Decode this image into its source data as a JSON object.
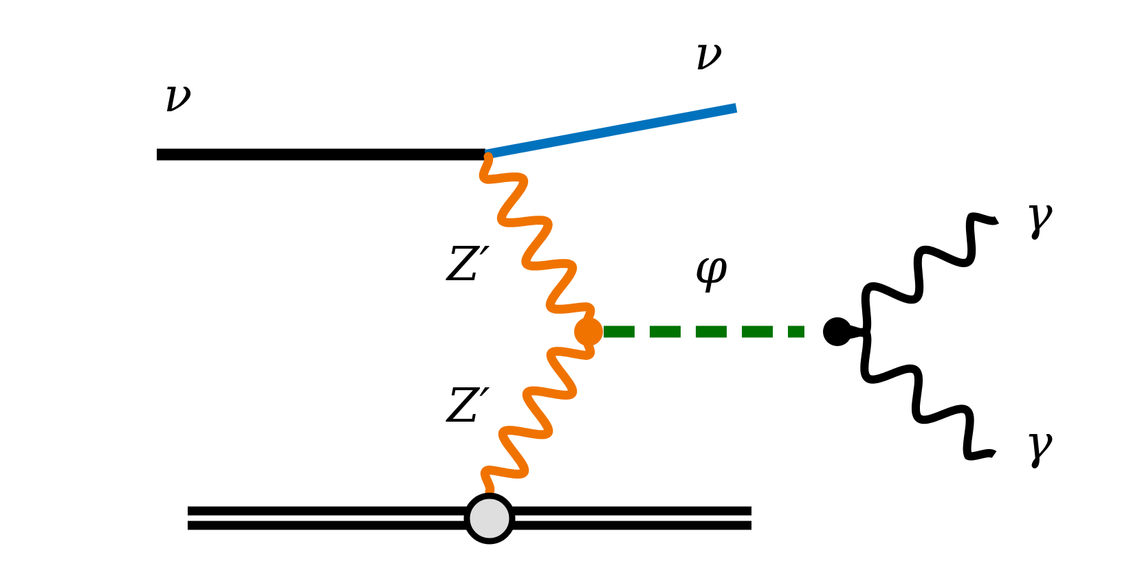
{
  "diagram": {
    "labels": {
      "nu_in": "ν",
      "nu_out": "ν",
      "zprime_upper": "Z′",
      "zprime_lower": "Z′",
      "phi": "φ",
      "gamma_upper": "γ",
      "gamma_lower": "γ"
    },
    "colors": {
      "fermion_line": "#000000",
      "outgoing_neutrino": "#0072BD",
      "zprime_boson": "#F07300",
      "scalar_phi": "#007300",
      "photon": "#000000",
      "nucleus_blob_fill": "#DEDEDE",
      "vertex_phi_gamma": "#000000"
    }
  }
}
